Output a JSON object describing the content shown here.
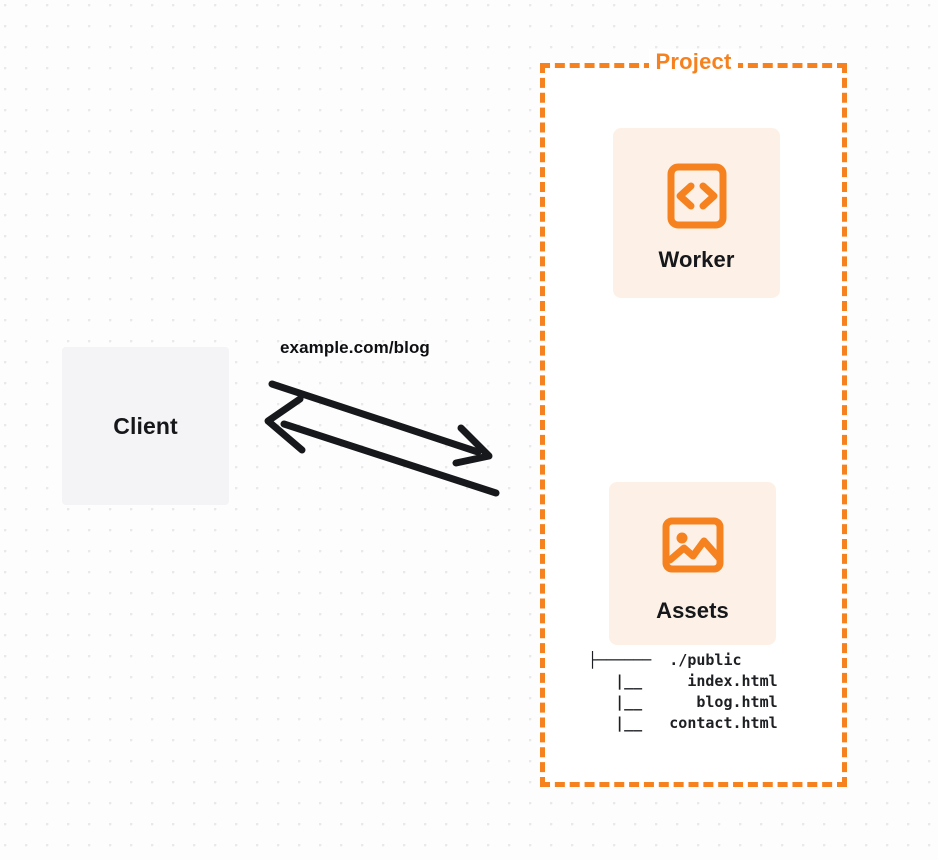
{
  "diagram": {
    "title": "Cloudflare Worker with static assets request flow",
    "background": {
      "dot_grid": true,
      "dot_color": "#e9e9ea",
      "page_color": "#fdfdfd"
    },
    "colors": {
      "accent": "#f6821f",
      "card_fill": "#fdf1e7",
      "client_fill": "#f4f4f6",
      "text": "#16171a"
    },
    "client": {
      "label": "Client",
      "icon": "client-box"
    },
    "edge": {
      "label": "example.com/blog",
      "direction": "bidirectional",
      "request_arrow": "arrow-right",
      "response_arrow": "arrow-left"
    },
    "project": {
      "label": "Project",
      "border_style": "dashed",
      "services": [
        {
          "id": "worker",
          "label": "Worker",
          "icon": "code-brackets-icon"
        },
        {
          "id": "assets",
          "label": "Assets",
          "icon": "image-icon"
        }
      ],
      "file_tree": {
        "root": {
          "connector": "├──────",
          "name": "./public"
        },
        "children": [
          {
            "connector": "|__",
            "name": "index.html"
          },
          {
            "connector": "|__",
            "name": "blog.html"
          },
          {
            "connector": "|__",
            "name": "contact.html"
          }
        ],
        "lines": [
          "├──────  ./public",
          "   |__     index.html",
          "   |__      blog.html",
          "   |__   contact.html"
        ]
      }
    }
  }
}
